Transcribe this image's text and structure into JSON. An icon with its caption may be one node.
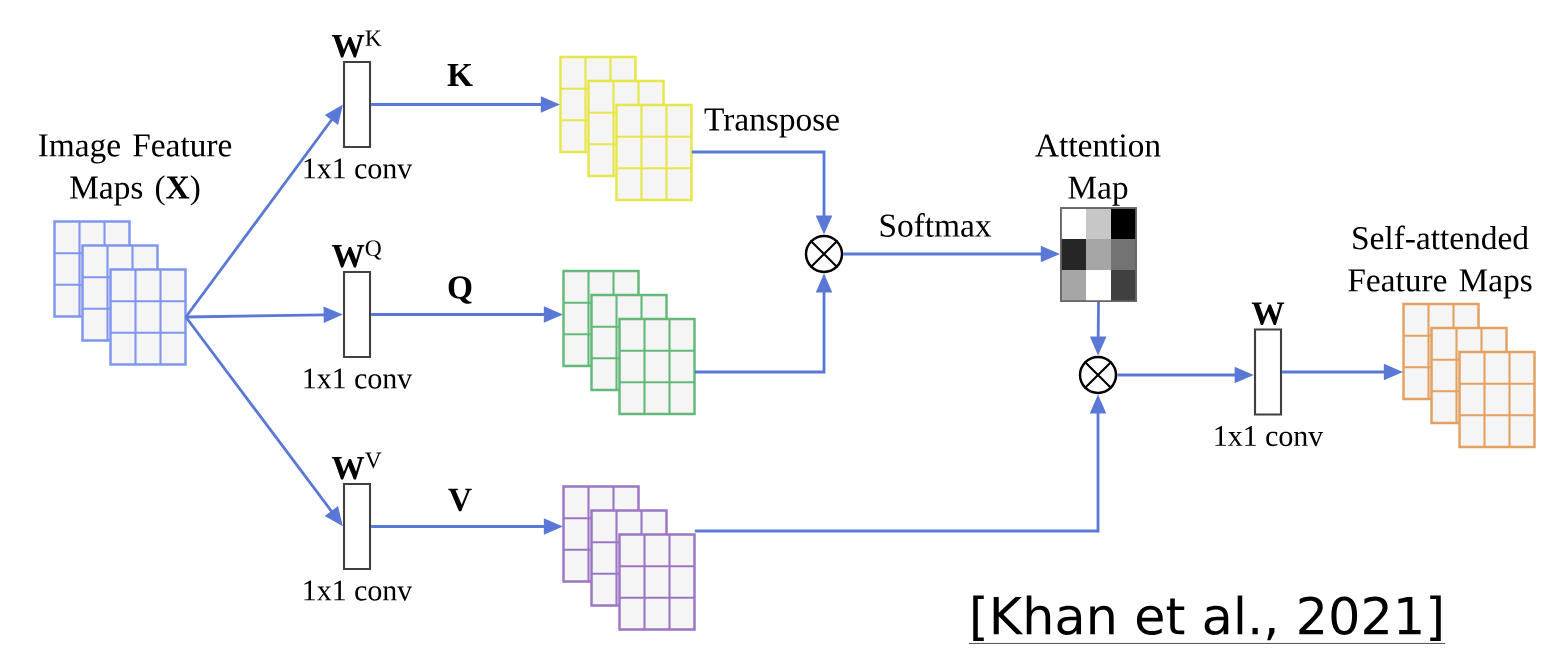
{
  "diagram": {
    "nodes": [
      {
        "text": [
          "Image Feature Maps (**X**)"
        ]
      },
      {
        "text": [
          "**W**$^{K}$",
          "1x1 conv"
        ]
      },
      {
        "text": [
          "**W**$^{Q}$",
          "1x1 conv"
        ]
      },
      {
        "text": [
          "**W**$^{V}$",
          "1x1 conv"
        ]
      },
      {
        "text": [],
        "shape": "picture"
      },
      {
        "text": [],
        "shape": "picture"
      },
      {
        "text": [],
        "shape": "picture"
      },
      {
        "text": [],
        "shape": "circle"
      },
      {
        "text": [
          "Attention Map"
        ]
      },
      {
        "text": [],
        "shape": "circle"
      },
      {
        "text": [
          "**W**",
          "1x1 conv"
        ]
      },
      {
        "text": [
          "Self-attended Feature Maps"
        ]
      }
    ],
    "edges": [
      {
        "from": 0,
        "to": 1,
        "arrow": "to"
      },
      {
        "from": 0,
        "to": 2,
        "arrow": "to"
      },
      {
        "from": 0,
        "to": 3,
        "arrow": "to"
      },
      {
        "from": 1,
        "to": 4,
        "arrow": "to",
        "label": "**K**"
      },
      {
        "from": 2,
        "to": 5,
        "arrow": "to",
        "label": "**Q**"
      },
      {
        "from": 3,
        "to": 6,
        "arrow": "to",
        "label": "**V**"
      },
      {
        "from": 4,
        "to": 7,
        "arrow": "to",
        "label": "Transpose"
      },
      {
        "from": 5,
        "to": 7,
        "arrow": "to"
      },
      {
        "from": 7,
        "to": 8,
        "arrow": "to",
        "label": "Softmax"
      },
      {
        "from": 8,
        "to": 9,
        "arrow": "to"
      },
      {
        "from": 6,
        "to": 9,
        "arrow": "to"
      },
      {
        "from": 9,
        "to": 10,
        "arrow": "to"
      },
      {
        "from": 10,
        "to": 11,
        "arrow": "to"
      }
    ],
    "labels": [
      "[Khan et al., 2021]"
    ]
  }
}
